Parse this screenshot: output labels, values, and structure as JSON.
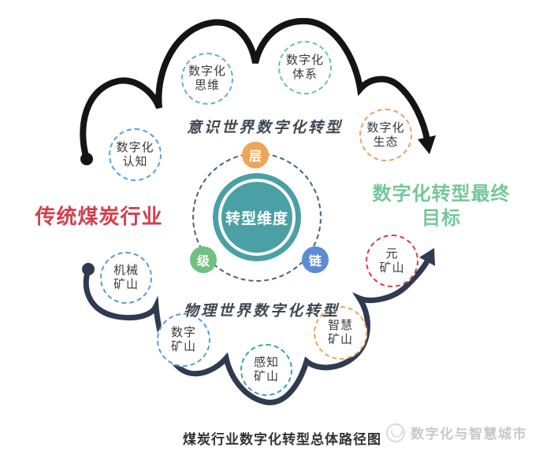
{
  "caption": "煤炭行业数字化转型总体路径图",
  "watermark": {
    "text": "数字化与智慧城市"
  },
  "titles": {
    "left": "传统煤炭行业",
    "left_color": "#d2404e",
    "right_line1": "数字化转型最终",
    "right_line2": "目标",
    "right_color": "#74c79b"
  },
  "phrases": {
    "top": "意识世界数字化转型",
    "bottom": "物理世界数字化转型"
  },
  "center": {
    "label": "转型维度",
    "color": "#4aa0a5"
  },
  "badges": [
    {
      "label": "层",
      "color": "#f0a455"
    },
    {
      "label": "级",
      "color": "#6fc180"
    },
    {
      "label": "链",
      "color": "#5d8bd4"
    }
  ],
  "nodes": [
    {
      "line1": "数字化",
      "line2": "认知",
      "color": "#58a1dd"
    },
    {
      "line1": "数字化",
      "line2": "思维",
      "color": "#64ace0"
    },
    {
      "line1": "数字化",
      "line2": "体系",
      "color": "#63c88c"
    },
    {
      "line1": "数字化",
      "line2": "生态",
      "color": "#e8a45f"
    },
    {
      "line1": "元",
      "line2": "矿山",
      "color": "#d4404d"
    },
    {
      "line1": "机械",
      "line2": "矿山",
      "color": "#5b9bd5"
    },
    {
      "line1": "数字",
      "line2": "矿山",
      "color": "#5b9bd5"
    },
    {
      "line1": "感知",
      "line2": "矿山",
      "color": "#3aa7a7"
    },
    {
      "line1": "智慧",
      "line2": "矿山",
      "color": "#eda35a"
    }
  ],
  "curve_colors": {
    "top": "#141414",
    "bottom": "#2f3b4f"
  }
}
